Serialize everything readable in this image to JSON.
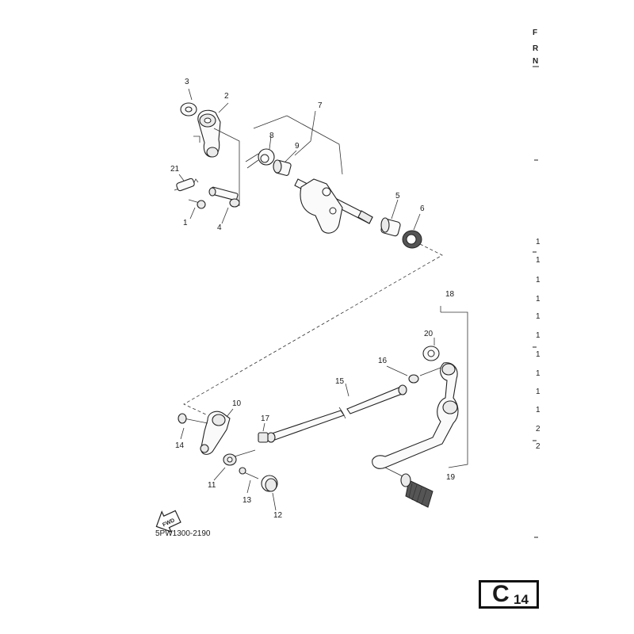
{
  "diagram_code": "5PW1300-2190",
  "page_badge": {
    "letter": "C",
    "number": "14"
  },
  "fwd_label": "FWD",
  "edge_letters": [
    "F",
    "R",
    "N"
  ],
  "edge_fragments": [
    "1",
    "1",
    "1",
    "1",
    "1",
    "1",
    "1",
    "1",
    "1",
    "1",
    "2",
    "2"
  ],
  "callouts": {
    "c1": "1",
    "c2": "2",
    "c3": "3",
    "c4": "4",
    "c5": "5",
    "c6": "6",
    "c7": "7",
    "c8": "8",
    "c9": "9",
    "c10": "10",
    "c11": "11",
    "c12": "12",
    "c13": "13",
    "c14": "14",
    "c15": "15",
    "c16": "16",
    "c17": "17",
    "c18": "18",
    "c19": "19",
    "c20": "20",
    "c21": "21"
  }
}
